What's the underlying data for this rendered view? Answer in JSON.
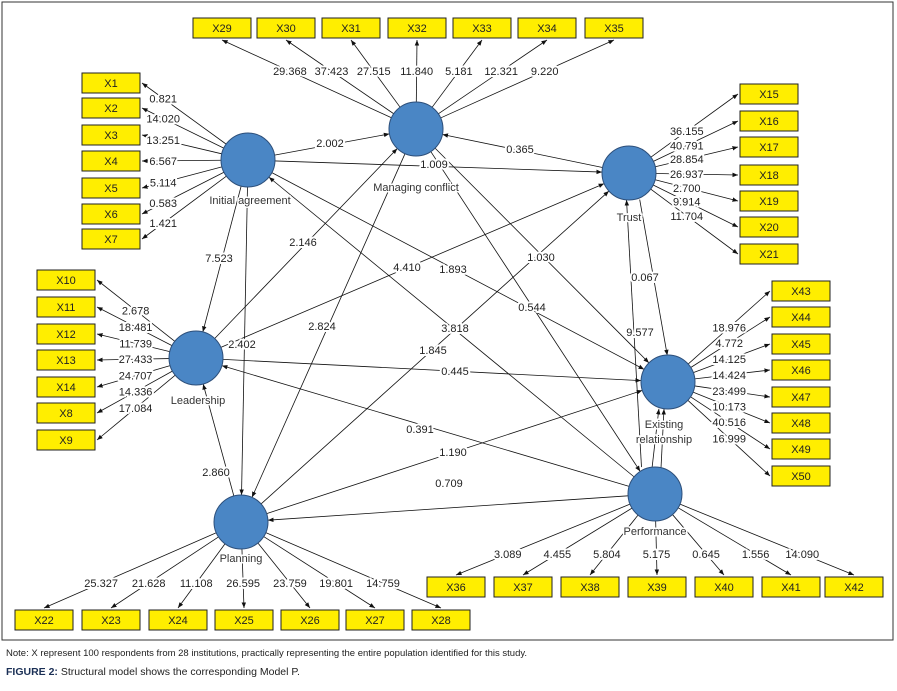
{
  "colors": {
    "construct": "#4a86c5",
    "indicator": "#ffee00",
    "line": "#111111"
  },
  "constructs": {
    "IA": {
      "label": "Initial agreement"
    },
    "MC": {
      "label": "Managing conflict"
    },
    "TR": {
      "label": "Trust"
    },
    "LE": {
      "label": "Leadership"
    },
    "ER": {
      "label": "Existing relationship",
      "lines": [
        "Existing",
        "relationship"
      ]
    },
    "PL": {
      "label": "Planning"
    },
    "PE": {
      "label": "Performance"
    }
  },
  "indicators": {
    "IA": [
      [
        "X1",
        "0.821"
      ],
      [
        "X2",
        "14.020"
      ],
      [
        "X3",
        "13.251"
      ],
      [
        "X4",
        "6.567"
      ],
      [
        "X5",
        "5.114"
      ],
      [
        "X6",
        "0.583"
      ],
      [
        "X7",
        "1.421"
      ]
    ],
    "MC": [
      [
        "X29",
        "29.368"
      ],
      [
        "X30",
        "37.423"
      ],
      [
        "X31",
        "27.515"
      ],
      [
        "X32",
        "11.840"
      ],
      [
        "X33",
        "5.181"
      ],
      [
        "X34",
        "12.321"
      ],
      [
        "X35",
        "9.220"
      ]
    ],
    "TR": [
      [
        "X15",
        "36.155"
      ],
      [
        "X16",
        "40.791"
      ],
      [
        "X17",
        "28.854"
      ],
      [
        "X18",
        "26.937"
      ],
      [
        "X19",
        "2.700"
      ],
      [
        "X20",
        "9.914"
      ],
      [
        "X21",
        "11.704"
      ]
    ],
    "LE": [
      [
        "X10",
        "2.678"
      ],
      [
        "X11",
        "18.481"
      ],
      [
        "X12",
        "11.739"
      ],
      [
        "X13",
        "27.433"
      ],
      [
        "X14",
        "24.707"
      ],
      [
        "X8",
        "14.336"
      ],
      [
        "X9",
        "17.084"
      ]
    ],
    "ER": [
      [
        "X43",
        "18.976"
      ],
      [
        "X44",
        "4.772"
      ],
      [
        "X45",
        "14.125"
      ],
      [
        "X46",
        "14.424"
      ],
      [
        "X47",
        "23.499"
      ],
      [
        "X48",
        "10.173"
      ],
      [
        "X49",
        "40.516"
      ],
      [
        "X50",
        "16.999"
      ]
    ],
    "PE": [
      [
        "X36",
        "3.089"
      ],
      [
        "X37",
        "4.455"
      ],
      [
        "X38",
        "5.804"
      ],
      [
        "X39",
        "5.175"
      ],
      [
        "X40",
        "0.645"
      ],
      [
        "X41",
        "1.556"
      ],
      [
        "X42",
        "14.090"
      ]
    ],
    "PL": [
      [
        "X22",
        "25.327"
      ],
      [
        "X23",
        "21.628"
      ],
      [
        "X24",
        "11.108"
      ],
      [
        "X25",
        "26.595"
      ],
      [
        "X26",
        "23.759"
      ],
      [
        "X27",
        "19.801"
      ],
      [
        "X28",
        "14.759"
      ]
    ]
  },
  "paths": [
    {
      "from": "IA",
      "to": "MC",
      "value": "2.002"
    },
    {
      "from": "IA",
      "to": "TR",
      "value": "1.009"
    },
    {
      "from": "TR",
      "to": "MC",
      "value": "0.365"
    },
    {
      "from": "IA",
      "to": "LE",
      "value": "7.523"
    },
    {
      "from": "LE",
      "to": "MC",
      "value": "2.146"
    },
    {
      "from": "LE",
      "to": "TR",
      "value": "4.410"
    },
    {
      "from": "IA",
      "to": "ER",
      "value": "1.893"
    },
    {
      "from": "MC",
      "to": "PE",
      "value": "0.544"
    },
    {
      "from": "MC",
      "to": "ER",
      "value": "1.030"
    },
    {
      "from": "PE",
      "to": "IA",
      "value": "3.818"
    },
    {
      "from": "PL",
      "to": "TR",
      "value": "1.845"
    },
    {
      "from": "MC",
      "to": "PL",
      "value": "2.824"
    },
    {
      "from": "IA",
      "to": "PL",
      "value": "2.402"
    },
    {
      "from": "LE",
      "to": "ER",
      "value": "0.445"
    },
    {
      "from": "PE",
      "to": "LE",
      "value": "0.391"
    },
    {
      "from": "PL",
      "to": "ER",
      "value": "1.190"
    },
    {
      "from": "PE",
      "to": "PL",
      "value": "0.709"
    },
    {
      "from": "PL",
      "to": "LE",
      "value": "2.860"
    },
    {
      "from": "TR",
      "to": "ER",
      "value": "0.067"
    },
    {
      "from": "PE",
      "to": "TR",
      "value": "9.577"
    },
    {
      "from": "PE",
      "to": "ER",
      "value": ""
    }
  ],
  "note": "Note: X represent 100 respondents from 28 institutions, practically representing the entire population identified for this study.",
  "figure_label": "FIGURE 2:",
  "figure_caption": " Structural model shows the corresponding Model P."
}
